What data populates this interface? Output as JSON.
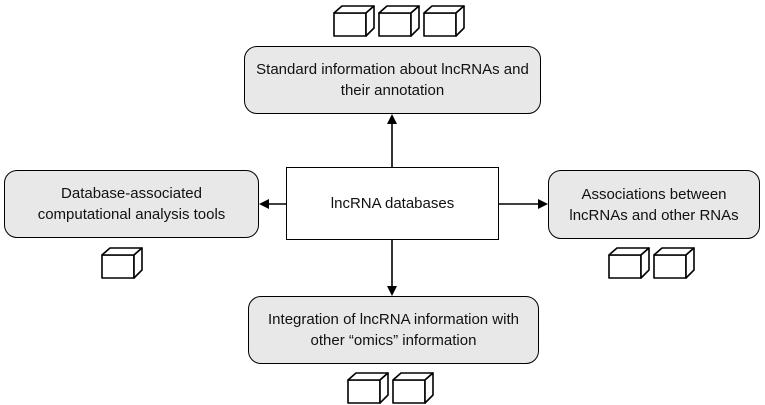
{
  "diagram": {
    "center": {
      "label": "lncRNA databases"
    },
    "top": {
      "label_line1": "Standard information about lncRNAs and",
      "label_line2": "their annotation",
      "cube_count": 3
    },
    "left": {
      "label_line1": "Database-associated",
      "label_line2": "computational analysis tools",
      "cube_count": 1
    },
    "right": {
      "label_line1": "Associations between",
      "label_line2": "lncRNAs and other RNAs",
      "cube_count": 2
    },
    "bottom": {
      "label_line1": "Integration of lncRNA information with",
      "label_line2": "other “omics” information",
      "cube_count": 2
    }
  },
  "colors": {
    "box_fill": "#e8e8e8",
    "center_fill": "#ffffff",
    "stroke": "#000000"
  }
}
